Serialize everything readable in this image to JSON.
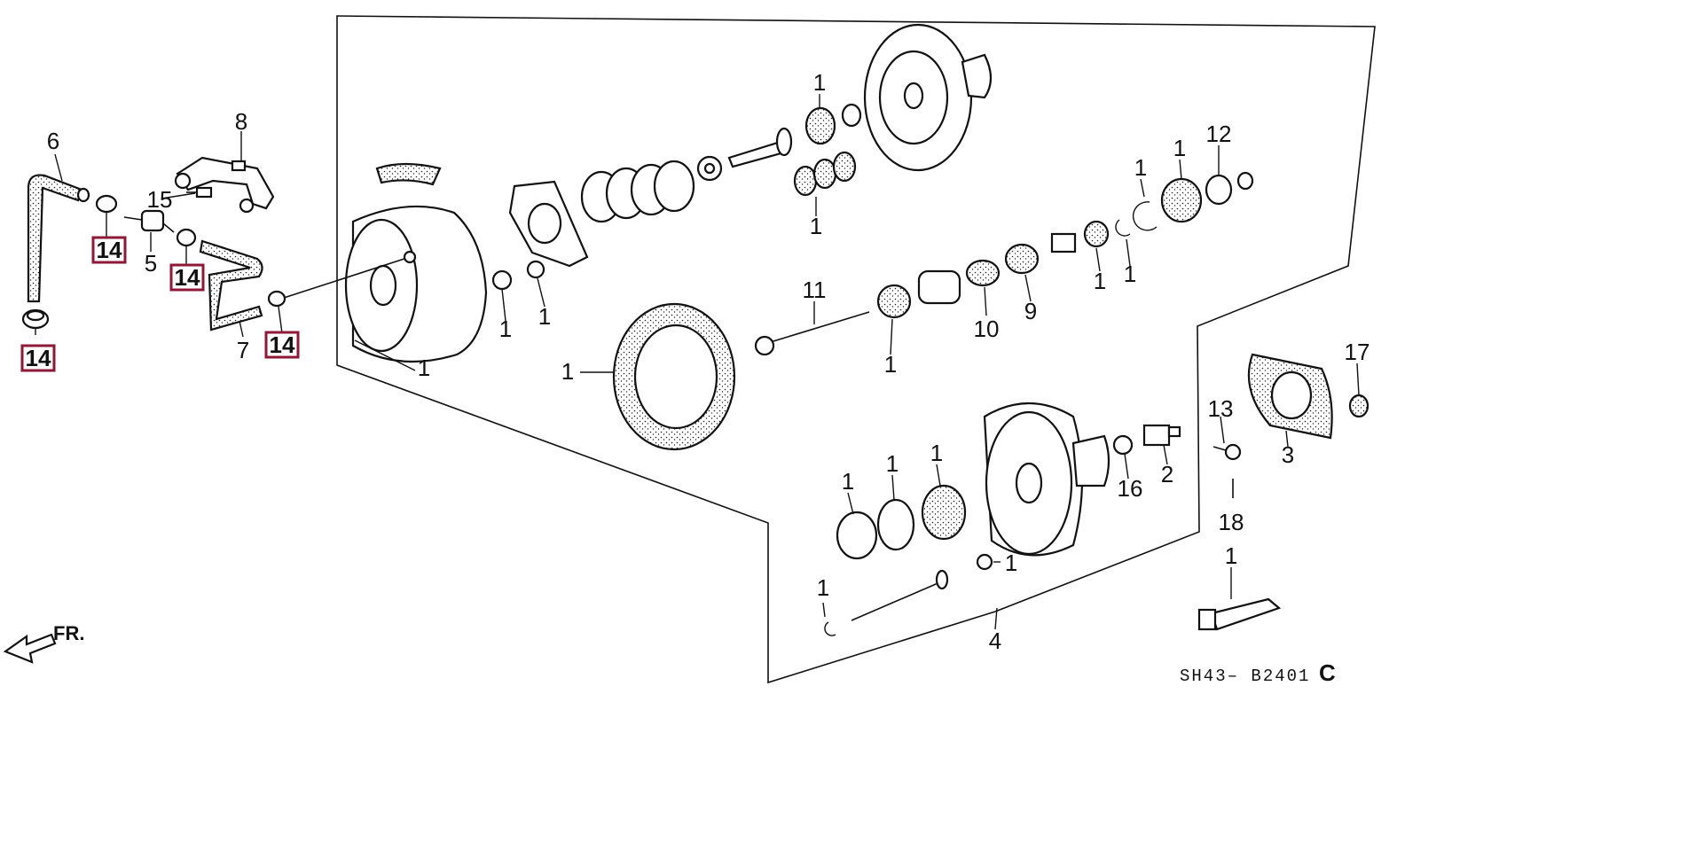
{
  "diagram": {
    "code": "SH43– B2401",
    "code_suffix": "C",
    "direction_label": "FR.",
    "highlight_color": "#8e1838"
  },
  "callouts": [
    {
      "key": "c6",
      "text": "6"
    },
    {
      "key": "c8",
      "text": "8"
    },
    {
      "key": "c15",
      "text": "15"
    },
    {
      "key": "c14a",
      "text": "14"
    },
    {
      "key": "c5",
      "text": "5"
    },
    {
      "key": "c14b",
      "text": "14"
    },
    {
      "key": "c7",
      "text": "7"
    },
    {
      "key": "c14c",
      "text": "14"
    },
    {
      "key": "c14d",
      "text": "14"
    },
    {
      "key": "c1_bolt",
      "text": "1"
    },
    {
      "key": "c1_washer_a",
      "text": "1"
    },
    {
      "key": "c1_washer_b",
      "text": "1"
    },
    {
      "key": "c1_seal_big",
      "text": "1"
    },
    {
      "key": "c1_cap",
      "text": "1"
    },
    {
      "key": "c1_spring_small",
      "text": "1"
    },
    {
      "key": "c11",
      "text": "11"
    },
    {
      "key": "c1_bush",
      "text": "1"
    },
    {
      "key": "c10",
      "text": "10"
    },
    {
      "key": "c9",
      "text": "9"
    },
    {
      "key": "c1_ring_a",
      "text": "1"
    },
    {
      "key": "c1_clip_a",
      "text": "1"
    },
    {
      "key": "c1_clip_b",
      "text": "1"
    },
    {
      "key": "c1_filter",
      "text": "1"
    },
    {
      "key": "c12",
      "text": "12"
    },
    {
      "key": "c17",
      "text": "17"
    },
    {
      "key": "c3",
      "text": "3"
    },
    {
      "key": "c13",
      "text": "13"
    },
    {
      "key": "c16",
      "text": "16"
    },
    {
      "key": "c2",
      "text": "2"
    },
    {
      "key": "c18",
      "text": "18"
    },
    {
      "key": "c1_lock",
      "text": "1"
    },
    {
      "key": "c1_oring_a",
      "text": "1"
    },
    {
      "key": "c1_oring_b",
      "text": "1"
    },
    {
      "key": "c1_washer_c",
      "text": "1"
    },
    {
      "key": "c1_clip_c",
      "text": "1"
    },
    {
      "key": "c4",
      "text": "4"
    },
    {
      "key": "c1_grease",
      "text": "1"
    }
  ]
}
